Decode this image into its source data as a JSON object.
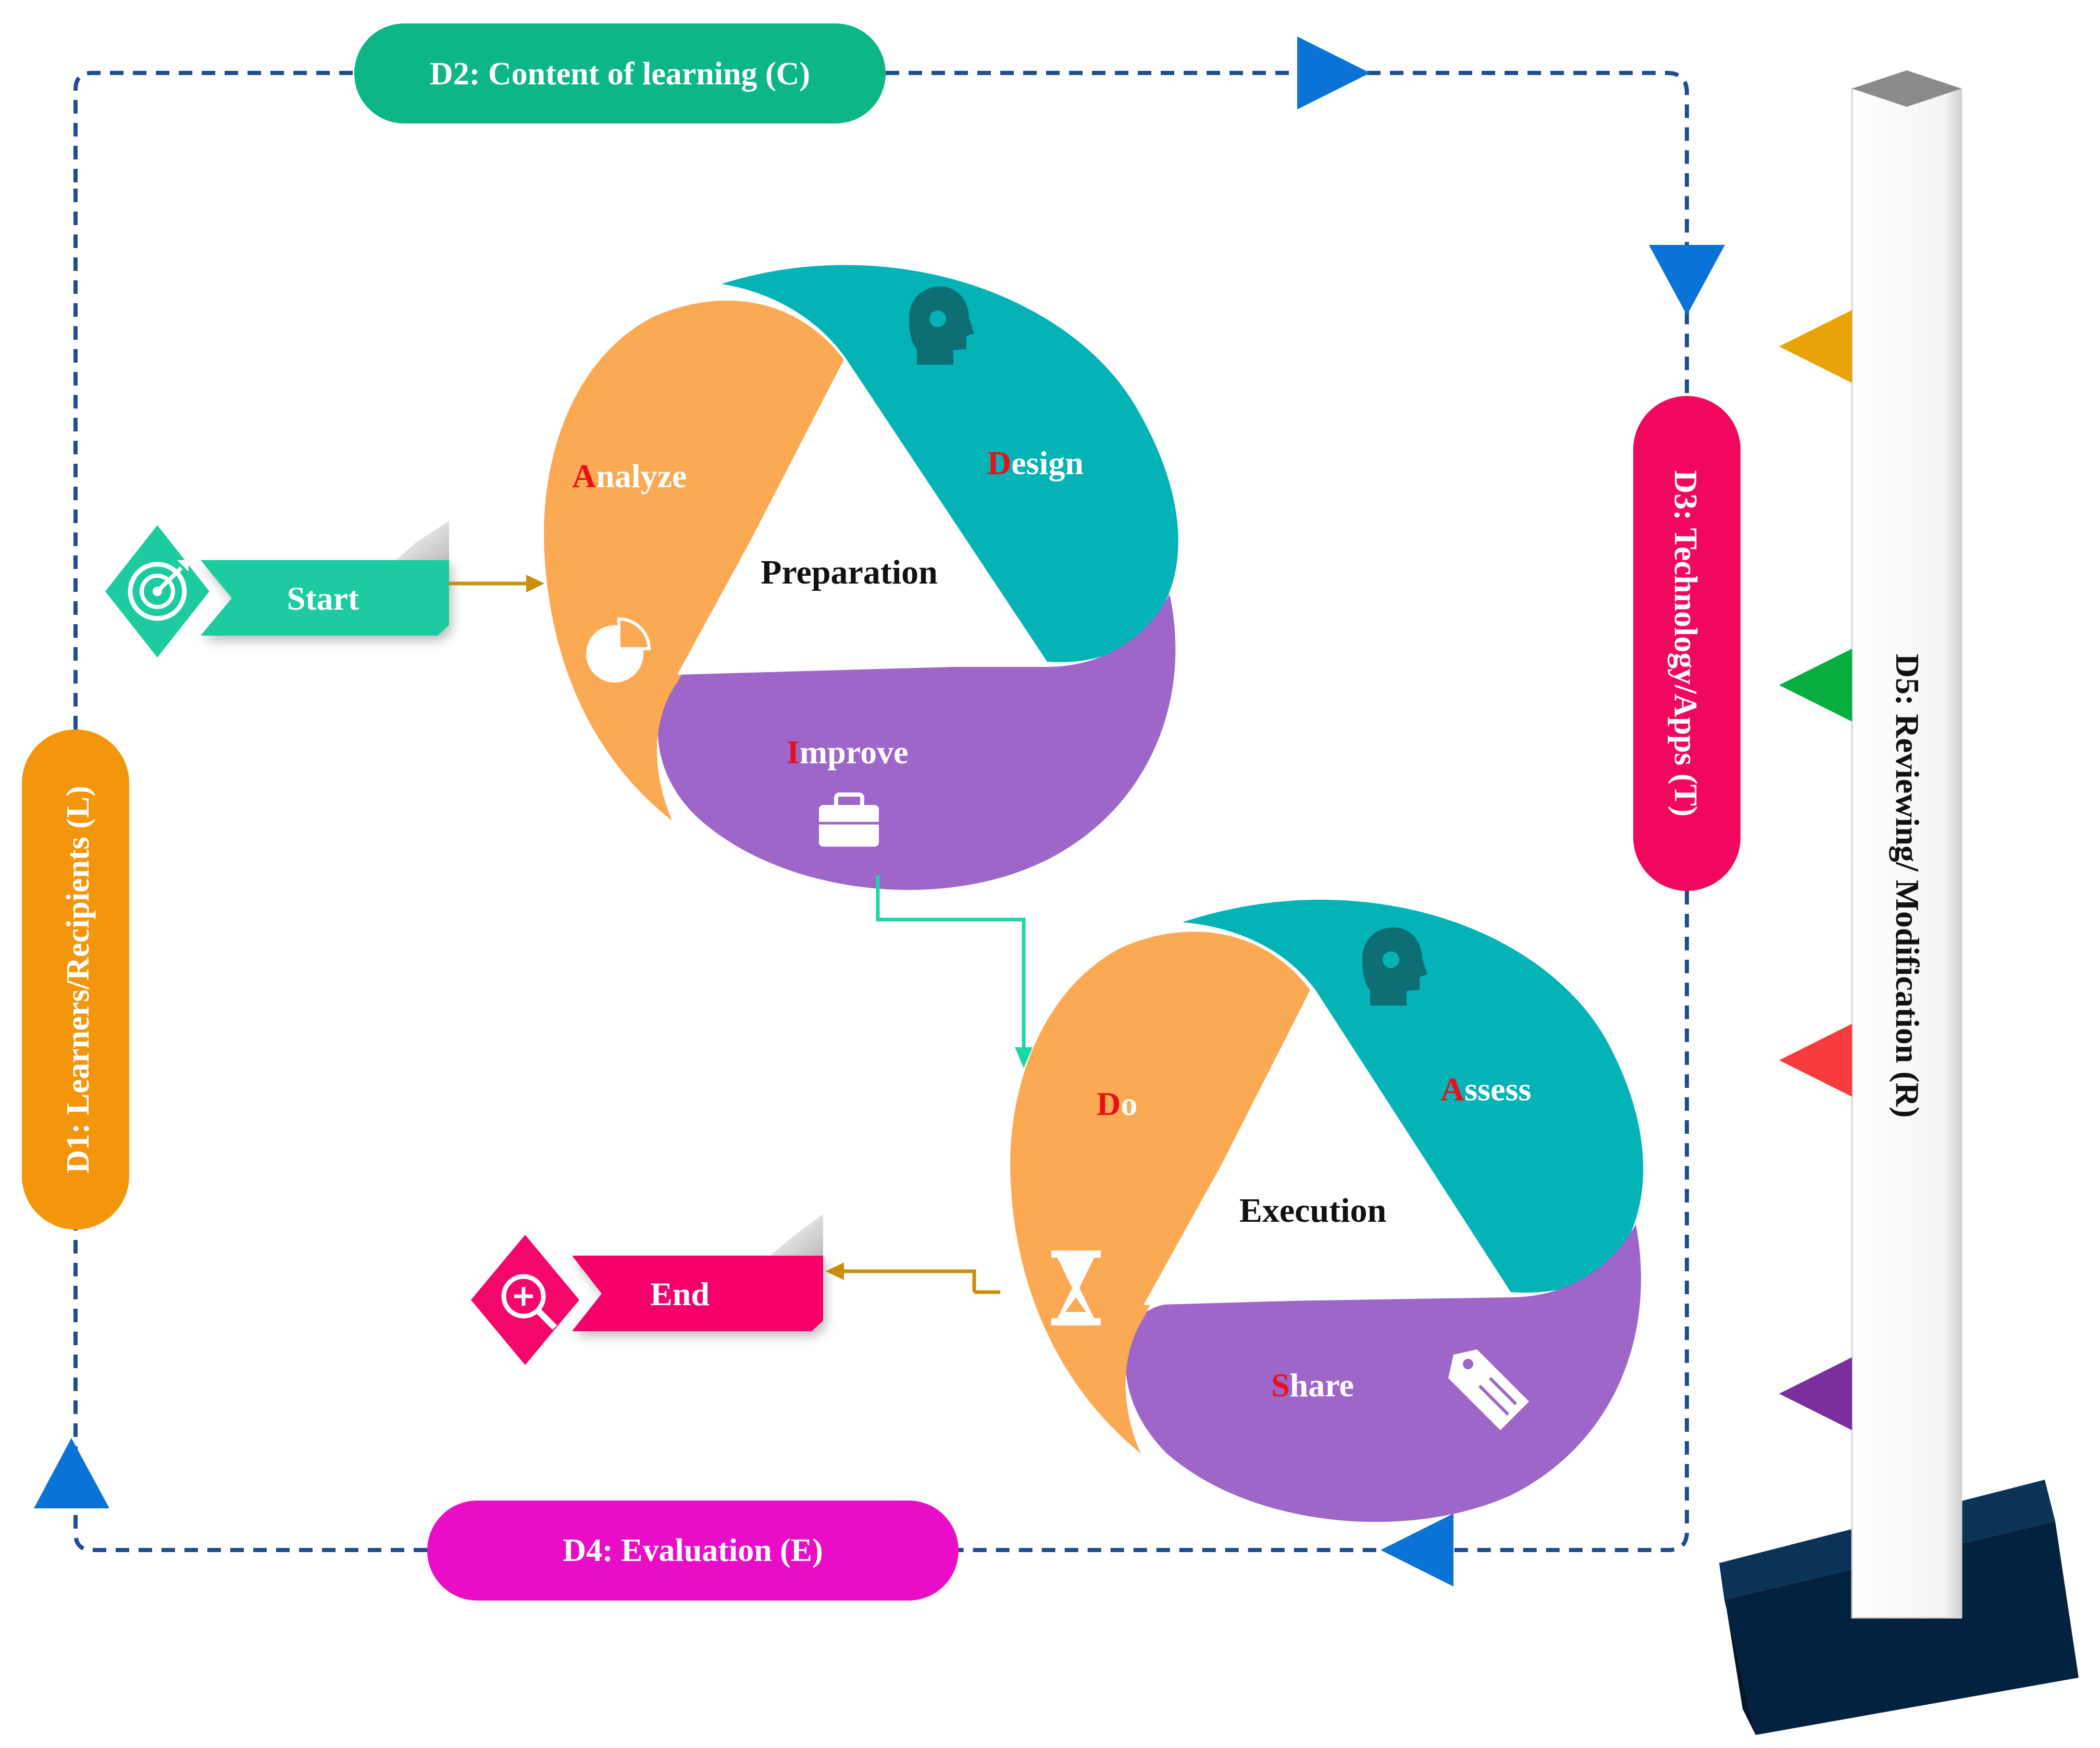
{
  "colors": {
    "d1": "#f4960c",
    "d2": "#0cb687",
    "d3": "#f2075f",
    "d4": "#ea0dc8",
    "teal": "#03b3b6",
    "orange": "#fca954",
    "purple": "#9e66c8",
    "start": "#1ccba0",
    "end": "#f5066b",
    "arrow_blue": "#0b73d8",
    "dashed_line": "#1f4e8c",
    "connector_gold": "#c8900c",
    "connector_teal": "#1cd6a6",
    "pillar_base": "#03223f",
    "flag_colors": [
      "#eaa307",
      "#07ae40",
      "#f83c3e",
      "#7c2e9e"
    ]
  },
  "dimensions": {
    "d1": "D1: Learners/Recipients (L)",
    "d2": "D2: Content of learning (C)",
    "d3": "D3: Technology/Apps (T)",
    "d4": "D4: Evaluation (E)",
    "d5": "D5: Reviewing/ Modification (R)"
  },
  "start": {
    "label": "Start",
    "icon": "target-icon"
  },
  "end": {
    "label": "End",
    "icon": "zoom-in-icon"
  },
  "preparation": {
    "center": "Preparation",
    "analyze": {
      "first": "A",
      "rest": "nalyze",
      "icon": "pie-chart-icon"
    },
    "design": {
      "first": "D",
      "rest": "esign",
      "icon": "head-gears-icon"
    },
    "improve": {
      "first": "I",
      "rest": "mprove",
      "icon": "briefcase-icon"
    }
  },
  "execution": {
    "center": "Execution",
    "do": {
      "first": "D",
      "rest": "o",
      "icon": "hourglass-icon"
    },
    "assess": {
      "first": "A",
      "rest": "ssess",
      "icon": "head-gears-icon"
    },
    "share": {
      "first": "S",
      "rest": "hare",
      "icon": "tag-icon"
    }
  }
}
